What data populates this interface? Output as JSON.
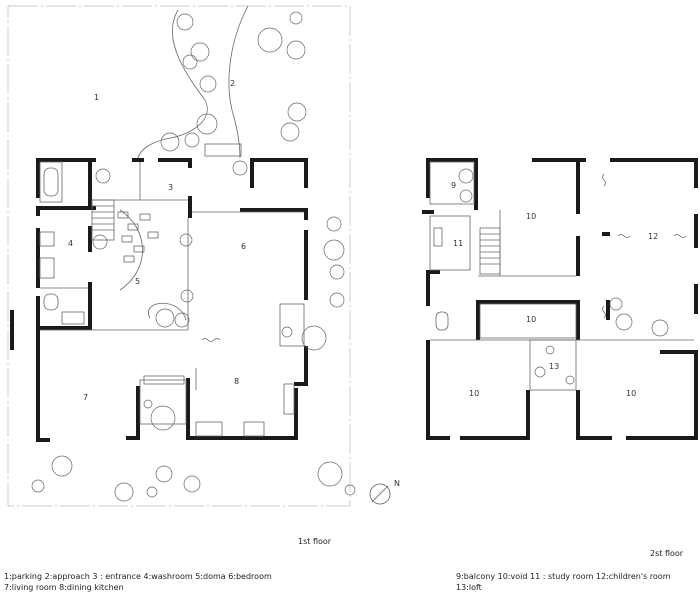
{
  "floor_labels": {
    "first": "1st  floor",
    "second": "2st  floor"
  },
  "legend_first": {
    "line1": "1:parking  2:approach  3 : entrance  4:washroom  5:doma  6:bedroom",
    "line2": "7:living room  8:dining kitchen"
  },
  "legend_second": {
    "line1": "9:balcony  10:void  11 : study room  12:children's room",
    "line2": "13:loft"
  },
  "north": "N",
  "rooms_first": {
    "parking": "1",
    "approach": "2",
    "entrance": "3",
    "washroom": "4",
    "doma": "5",
    "bedroom": "6",
    "living": "7",
    "dining": "8"
  },
  "rooms_second": {
    "balcony": "9",
    "void_a": "10",
    "study": "11",
    "children": "12",
    "void_b": "10",
    "loft": "13",
    "void_c": "10",
    "void_d": "10"
  }
}
